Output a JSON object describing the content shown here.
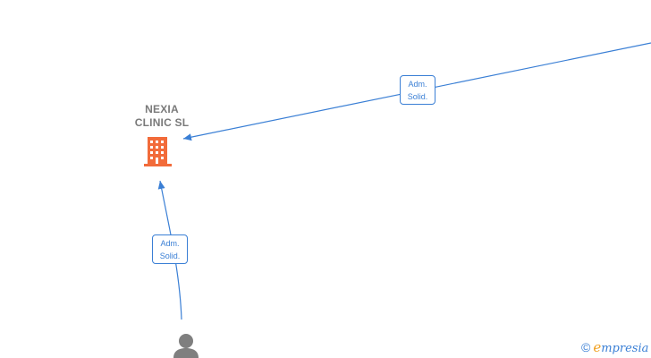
{
  "company": {
    "name_line1": "NEXIA",
    "name_line2": "CLINIC  SL",
    "icon": "building-icon",
    "icon_color": "#f26b3a"
  },
  "edges": [
    {
      "label_line1": "Adm.",
      "label_line2": "Solid."
    },
    {
      "label_line1": "Adm.",
      "label_line2": "Solid."
    }
  ],
  "person": {
    "icon": "person-icon",
    "color": "#7f7f7f"
  },
  "brand": {
    "copyright_symbol": "©",
    "name_first_letter": "e",
    "name_rest": "mpresia"
  },
  "colors": {
    "edge": "#3a7fd5",
    "label_text": "#7a7a7a"
  }
}
